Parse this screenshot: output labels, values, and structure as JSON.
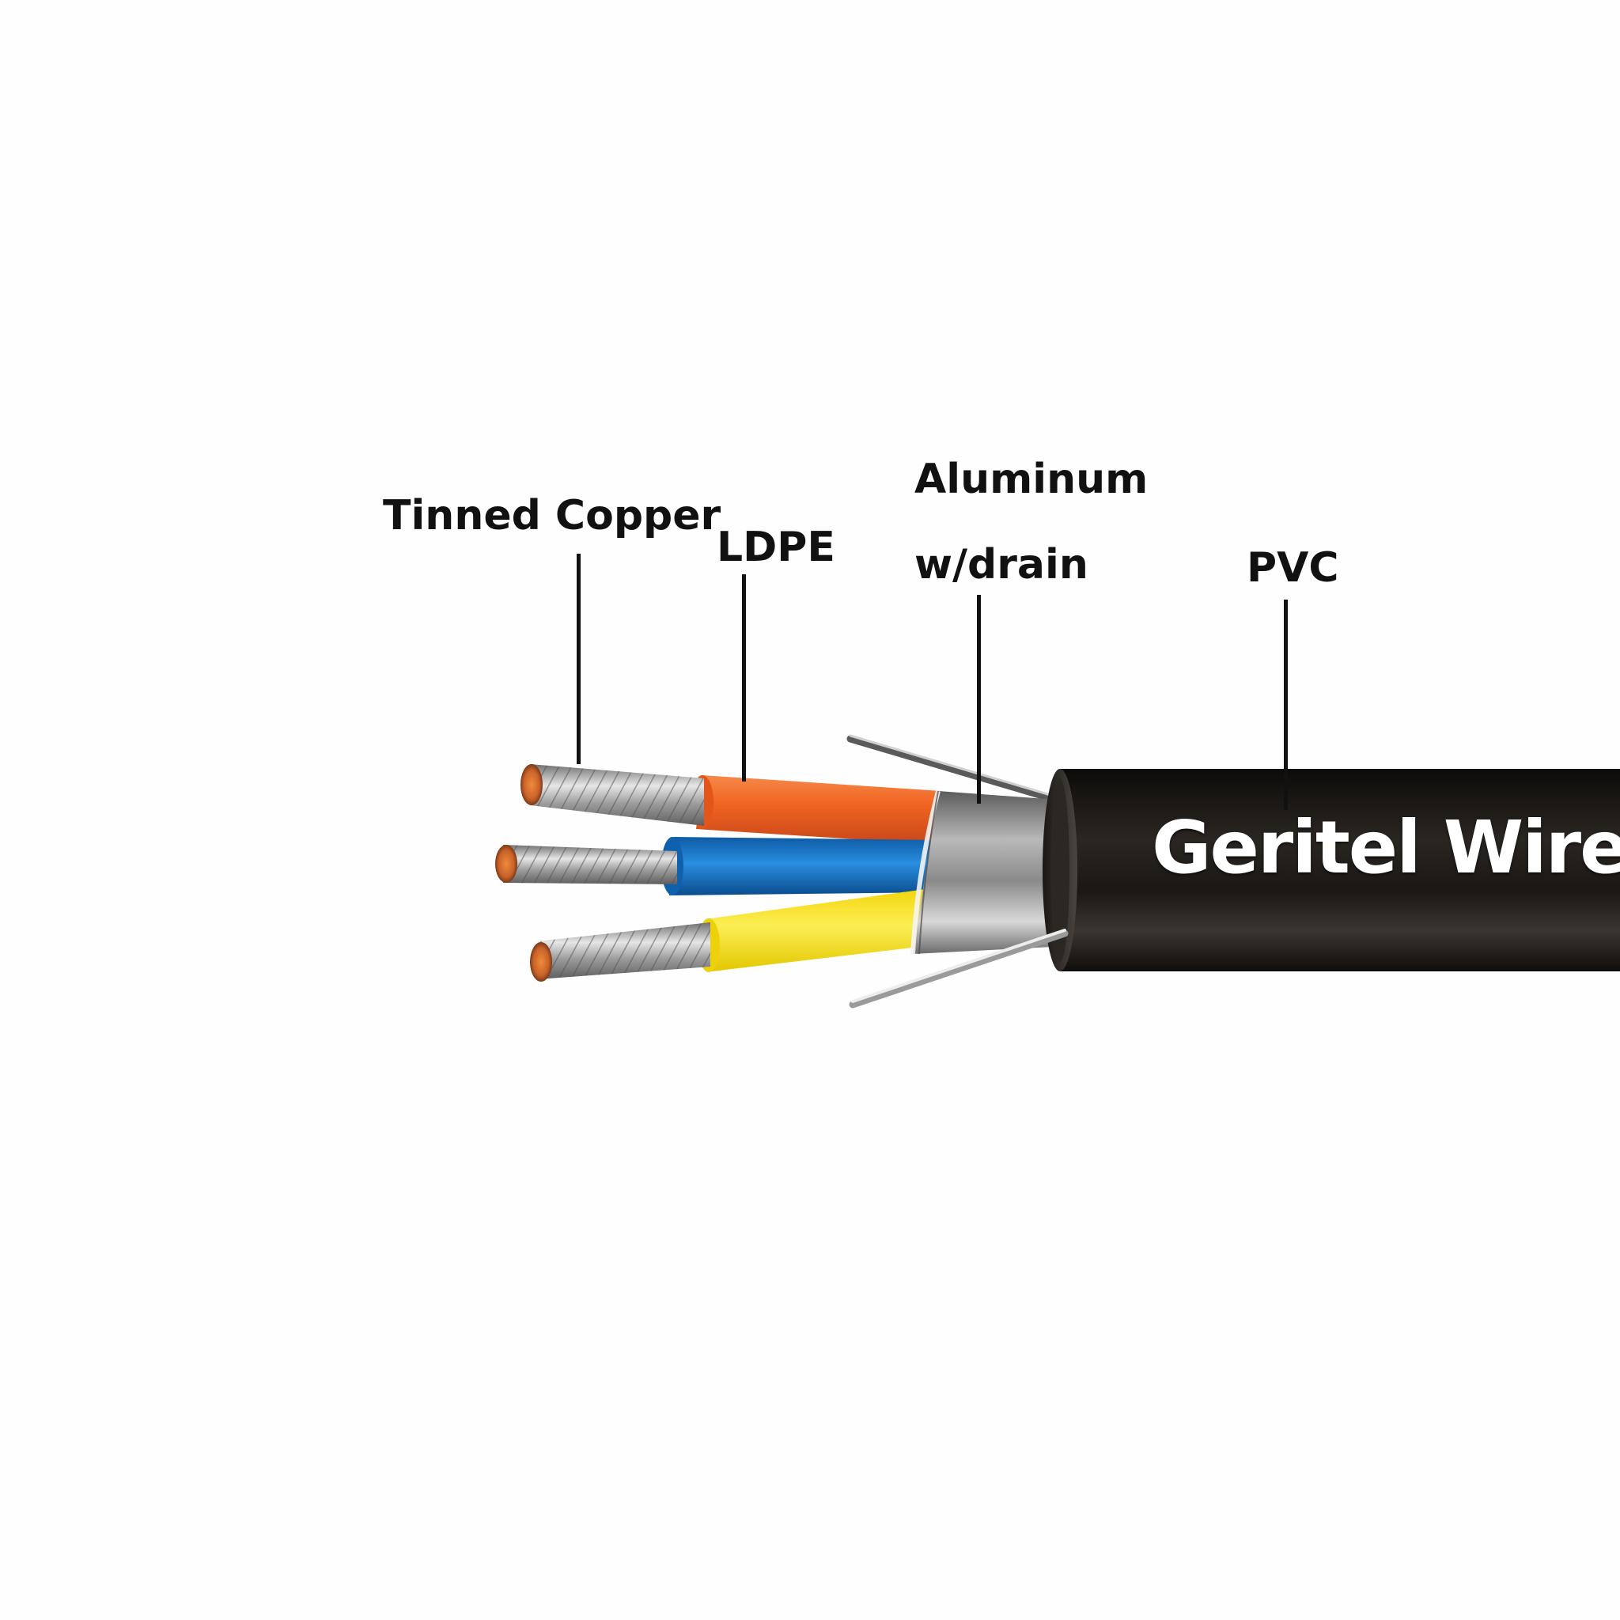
{
  "labels": {
    "conductor": "Tinned Copper",
    "insulation": "LDPE",
    "shield_line1": "Aluminum",
    "shield_line2": "w/drain",
    "jacket": "PVC"
  },
  "brand": "Geritel Wire",
  "colors": {
    "jacket": "#1c1915",
    "orange_insulation": "#f26522",
    "blue_insulation": "#1677c8",
    "yellow_insulation": "#f7e21a",
    "aluminum_foil": "#9a9a9a",
    "copper_core": "#c8622a",
    "drain_wire": "#cfcfcf",
    "label_text": "#111111"
  }
}
